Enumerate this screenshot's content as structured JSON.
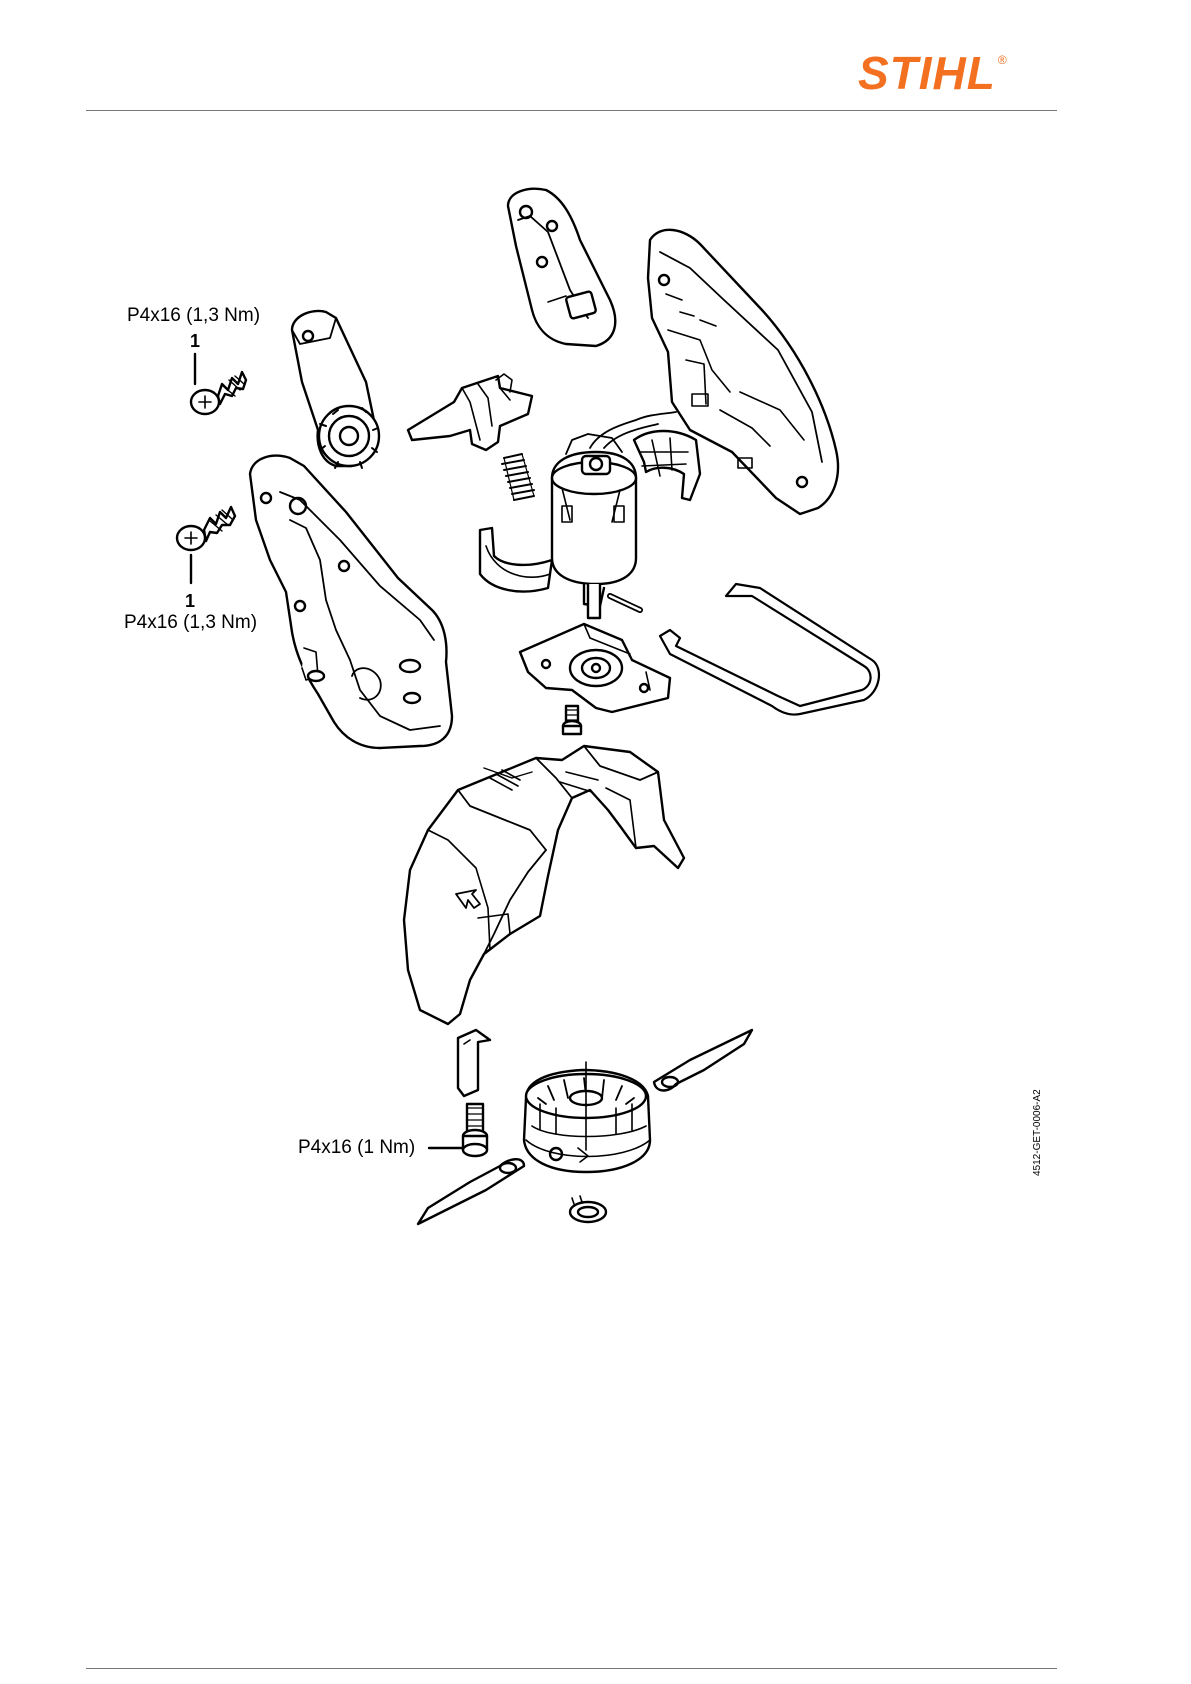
{
  "header": {
    "brand": "STIHL",
    "registered_mark": "®",
    "brand_color": "#F37021"
  },
  "labels": {
    "screw_top": "P4x16 (1,3 Nm)",
    "screw_top_callout": "1",
    "screw_middle": "P4x16 (1,3 Nm)",
    "screw_middle_callout": "1",
    "screw_bottom": "P4x16 (1 Nm)"
  },
  "document_id": "4512-GET-0006-A2"
}
